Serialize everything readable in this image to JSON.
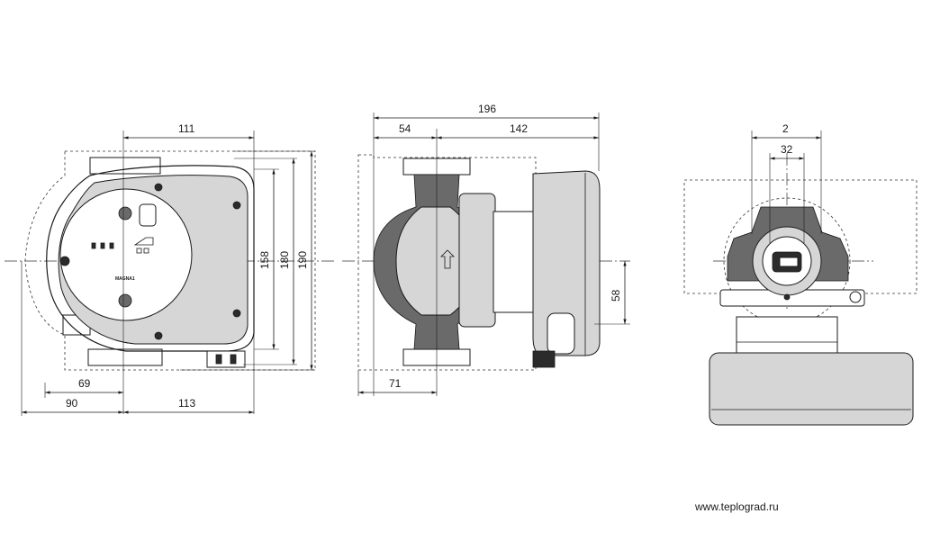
{
  "front_view": {
    "dims": {
      "width_111": "111",
      "height_158": "158",
      "height_180": "180",
      "height_190": "190",
      "offset_69": "69",
      "offset_90": "90",
      "width_113": "113"
    },
    "logo": "MAGNA1"
  },
  "side_view": {
    "dims": {
      "length_196": "196",
      "length_54": "54",
      "length_142": "142",
      "height_58": "58",
      "offset_71": "71"
    }
  },
  "end_view": {
    "dims": {
      "width_2": "2",
      "width_32": "32"
    }
  },
  "watermark": "www.teplograd.ru"
}
